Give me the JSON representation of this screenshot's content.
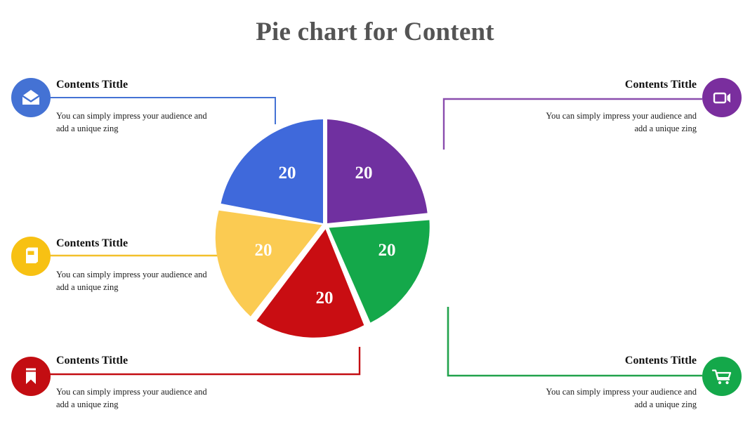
{
  "header": {
    "title": "Pie chart for Content"
  },
  "chart_data": {
    "type": "pie",
    "title": "Pie chart for Content",
    "labels": [
      "Contents Tittle",
      "Contents Tittle",
      "Contents Tittle",
      "Contents Tittle",
      "Contents Tittle"
    ],
    "values": [
      20,
      20,
      20,
      20,
      20
    ],
    "value_labels": [
      "20",
      "20",
      "20",
      "20",
      "20"
    ],
    "unit": "percent",
    "total": 100,
    "legend_position": "callouts-around-chart",
    "grid": false,
    "slices": [
      {
        "name": "purple-slice",
        "value": 20,
        "label": "20",
        "color": "#7030A0",
        "start_angle_deg": 0,
        "end_angle_deg": 72
      },
      {
        "name": "green-slice",
        "value": 20,
        "label": "20",
        "color": "#14A84A",
        "start_angle_deg": 72,
        "end_angle_deg": 144
      },
      {
        "name": "red-slice",
        "value": 20,
        "label": "20",
        "color": "#C90D12",
        "start_angle_deg": 144,
        "end_angle_deg": 216
      },
      {
        "name": "yellow-slice",
        "value": 20,
        "label": "20",
        "color": "#FBCB52",
        "start_angle_deg": 216,
        "end_angle_deg": 288
      },
      {
        "name": "blue-slice",
        "value": 20,
        "label": "20",
        "color": "#3F69DB",
        "start_angle_deg": 288,
        "end_angle_deg": 360
      }
    ]
  },
  "callouts": [
    {
      "id": "top-left",
      "icon": "mail-icon",
      "color": "#4472D4",
      "title": "Contents Tittle",
      "body_line1": "You can simply impress your audience and",
      "body_line2": "add a unique zing",
      "align": "left"
    },
    {
      "id": "middle-left",
      "icon": "book-icon",
      "color": "#F7C113",
      "title": "Contents Tittle",
      "body_line1": "You can simply impress your audience and",
      "body_line2": "add a unique zing",
      "align": "left"
    },
    {
      "id": "bottom-left",
      "icon": "bookmark-icon",
      "color": "#C30D12",
      "title": "Contents Tittle",
      "body_line1": "You can simply impress your audience and",
      "body_line2": "add a unique zing",
      "align": "left"
    },
    {
      "id": "top-right",
      "icon": "video-camera-icon",
      "color": "#7A2E9E",
      "title": "Contents Tittle",
      "body_line1": "You can simply impress your audience and",
      "body_line2": "add a unique zing",
      "align": "right"
    },
    {
      "id": "bottom-right",
      "icon": "shopping-cart-icon",
      "color": "#14A84A",
      "title": "Contents Tittle",
      "body_line1": "You can simply impress your audience and",
      "body_line2": "add a unique zing",
      "align": "right"
    }
  ]
}
